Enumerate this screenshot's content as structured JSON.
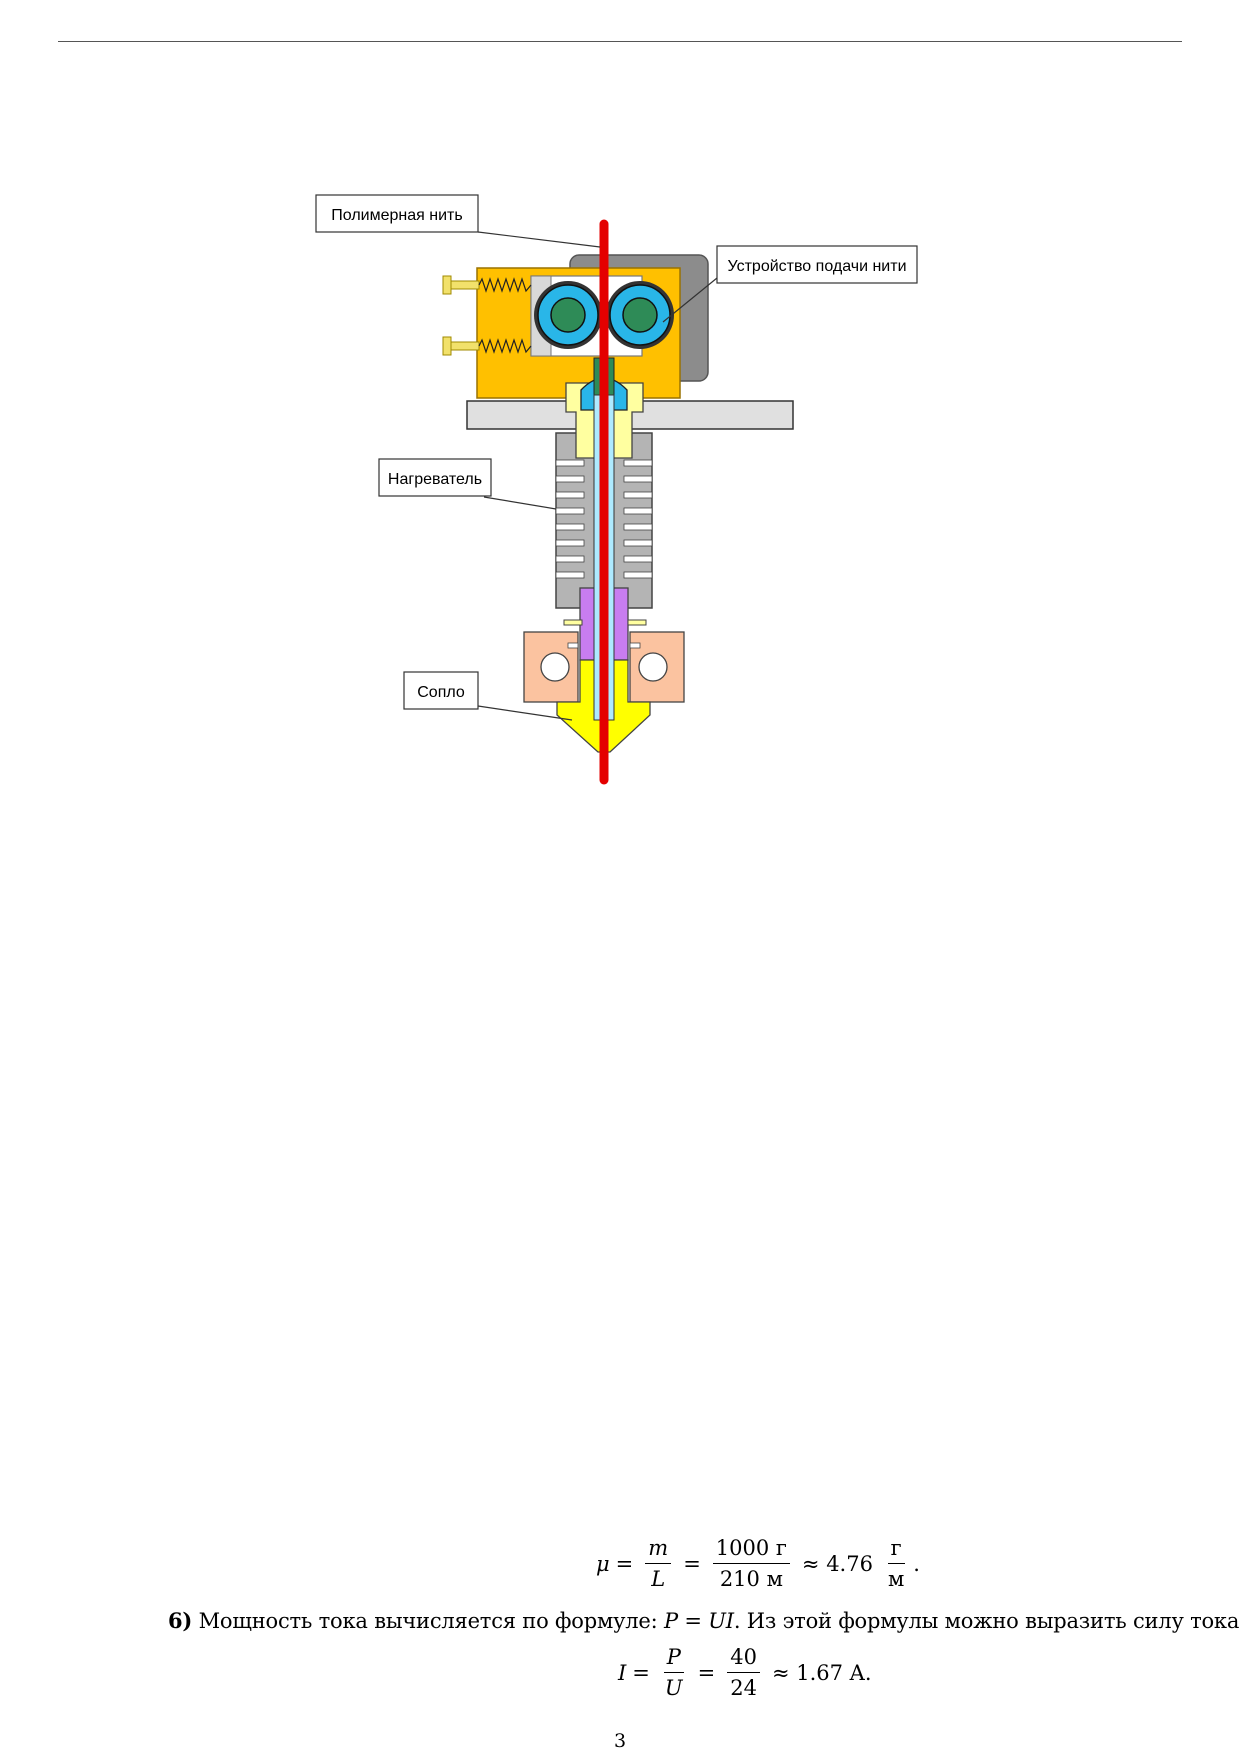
{
  "figure": {
    "labels": {
      "filament": "Полимерная нить",
      "feeder": "Устройство подачи нити",
      "heater": "Нагреватель",
      "nozzle": "Сопло"
    }
  },
  "eq1": {
    "lhs": "μ",
    "eq": "=",
    "f1_num": "m",
    "f1_den": "L",
    "eq2": "=",
    "f2_num": "1000 г",
    "f2_den": "210 м",
    "approx": "≈ 4.76",
    "unit_num": "г",
    "unit_den": "м",
    "end": "."
  },
  "paragraph": {
    "num": "6)",
    "text_before": " Мощность тока вычисляется по формуле: ",
    "formula": "P = UI",
    "text_after": ". Из этой формулы можно выразить силу тока:"
  },
  "eq2": {
    "lhs": "I",
    "eq": "=",
    "f1_num": "P",
    "f1_den": "U",
    "eq2": "=",
    "f2_num": "40",
    "f2_den": "24",
    "result": "≈ 1.67 A."
  },
  "page_number": "3"
}
